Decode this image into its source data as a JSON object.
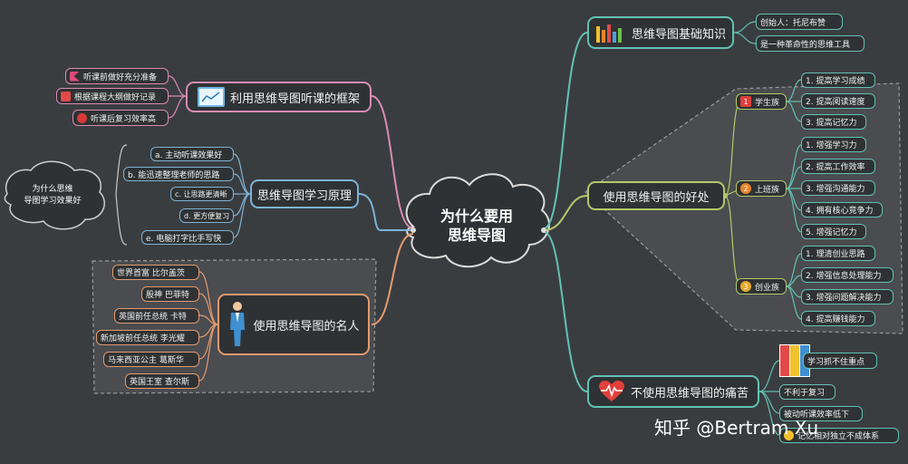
{
  "center": {
    "line1": "为什么要用",
    "line2": "思维导图"
  },
  "left": {
    "framework": {
      "title": "利用思维导图听课的框架",
      "items": [
        "听课前做好充分准备",
        "根据课程大纲做好记录",
        "听课后复习效率高"
      ]
    },
    "principle": {
      "title": "思维导图学习原理",
      "items": [
        "a. 主动听课效果好",
        "b. 能迅速整理老师的思路",
        "c. 让思路更清晰",
        "d. 更方便复习",
        "e. 电脑打字比手写快"
      ],
      "cloud_line1": "为什么思维",
      "cloud_line2": "导图学习效果好"
    },
    "celebrities": {
      "title": "使用思维导图的名人",
      "items": [
        "世界首富 比尔盖茨",
        "股神 巴菲特",
        "英国前任总统 卡特",
        "新加坡前任总统 李光耀",
        "马来西亚公主 葛斯华",
        "英国王室 查尔斯"
      ]
    }
  },
  "right": {
    "basics": {
      "title": "思维导图基础知识",
      "items": [
        "创始人：托尼布赞",
        "是一种革命性的思维工具"
      ]
    },
    "benefits": {
      "title": "使用思维导图的好处",
      "groups": [
        {
          "num": "1",
          "label": "学生族",
          "color": "#e0403a",
          "items": [
            "1. 提高学习成绩",
            "2. 提高阅读速度",
            "3. 提高记忆力"
          ]
        },
        {
          "num": "2",
          "label": "上班族",
          "color": "#e8862a",
          "items": [
            "1. 增强学习力",
            "2. 提高工作效率",
            "3. 增强沟通能力",
            "4. 拥有核心竞争力",
            "5. 增强记忆力"
          ]
        },
        {
          "num": "3",
          "label": "创业族",
          "color": "#e8a82a",
          "items": [
            "1. 理清创业思路",
            "2. 增强信息处理能力",
            "3. 增强问题解决能力",
            "4. 提高赚钱能力"
          ]
        }
      ]
    },
    "pain": {
      "title": "不使用思维导图的痛苦",
      "items": [
        "学习抓不住重点",
        "不利于复习",
        "被动听课效率低下",
        "记忆相对独立不成体系"
      ]
    }
  },
  "watermark": "知乎 @Bertram Xu",
  "colors": {
    "background": "#3a3d40",
    "pink": "#d98cb3",
    "blue": "#7fb3d5",
    "orange": "#e39a6f",
    "teal": "#62c2b3",
    "olive": "#b5c96a"
  }
}
